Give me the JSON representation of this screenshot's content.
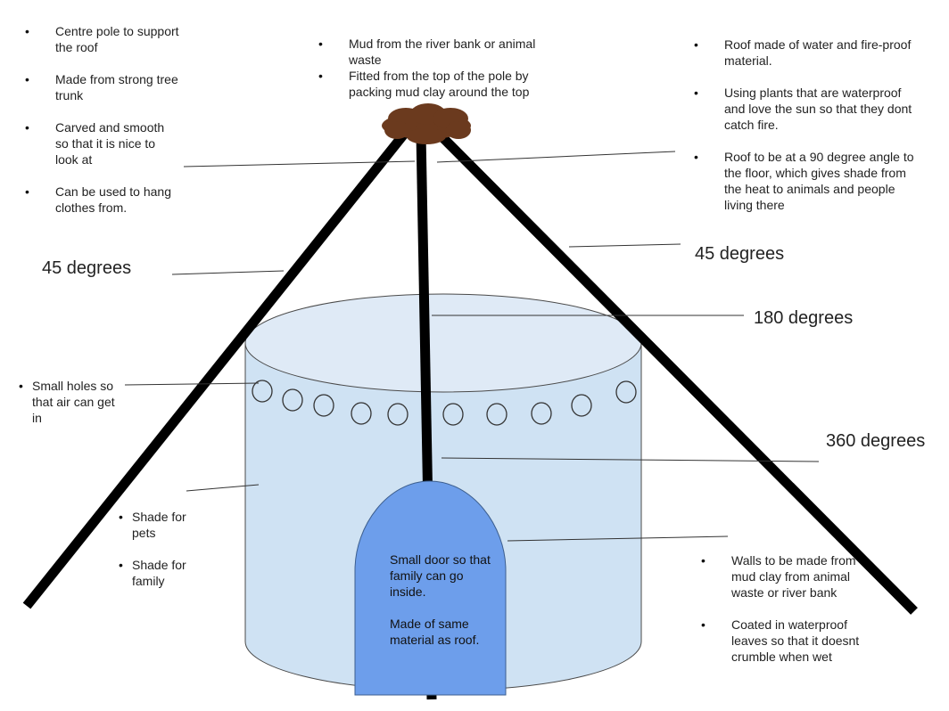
{
  "colors": {
    "pole": "#000000",
    "mud_cap": "#6b3a1e",
    "wall_fill": "#cfe2f3",
    "wall_stroke": "#4a4a4a",
    "top_fill": "#dfeaf6",
    "door_fill": "#6d9eeb",
    "leader_line": "#333333"
  },
  "notes": {
    "pole": [
      "Centre pole to support the roof",
      "Made from strong tree trunk",
      "Carved and smooth so that it is nice to look at",
      "Can be used to hang clothes from."
    ],
    "mud": [
      "Mud from the river bank or animal waste",
      "Fitted from the top of the pole by packing mud clay around the top"
    ],
    "roof": [
      "Roof made of water and fire-proof material.",
      "Using plants that are waterproof and love the sun so that they dont catch fire.",
      "Roof to be at a 90 degree angle to the floor, which gives shade from the heat to animals and people living there"
    ],
    "holes": [
      "Small holes so that air can get in"
    ],
    "shade": [
      "Shade for pets",
      "Shade for family"
    ],
    "door": [
      "Small door so that family can go inside.",
      "Made of same material as roof."
    ],
    "walls": [
      "Walls to be made from mud clay from animal waste or river bank",
      "Coated in waterproof leaves so that it doesnt crumble when wet"
    ]
  },
  "angles": {
    "left": "45 degrees",
    "right": "45 degrees",
    "center": "180 degrees",
    "wall": "360 degrees"
  }
}
